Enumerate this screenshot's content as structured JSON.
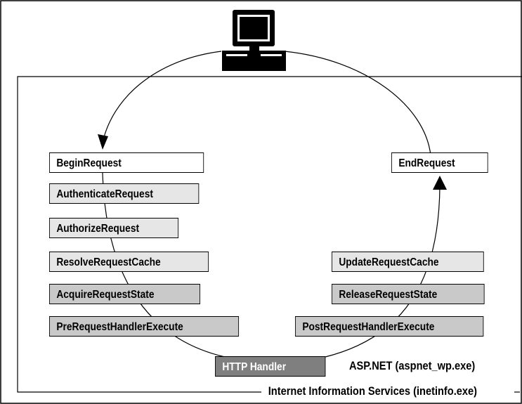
{
  "pipeline": {
    "begin": "BeginRequest",
    "pre_events": [
      "AuthenticateRequest",
      "AuthorizeRequest",
      "ResolveRequestCache",
      "AcquireRequestState",
      "PreRequestHandlerExecute"
    ],
    "handler": "HTTP Handler",
    "post_events": [
      "UpdateRequestCache",
      "ReleaseRequestState",
      "PostRequestHandlerExecute"
    ],
    "end": "EndRequest"
  },
  "containers": {
    "aspnet": "ASP.NET (aspnet_wp.exe)",
    "iis": "Internet Information Services (inetinfo.exe)"
  },
  "icons": {
    "client": "computer-icon"
  },
  "colors": {
    "white_box": "#ffffff",
    "light_box": "#e6e6e6",
    "mid_box": "#c9c9c9",
    "handler_box": "#7f7f7f"
  }
}
